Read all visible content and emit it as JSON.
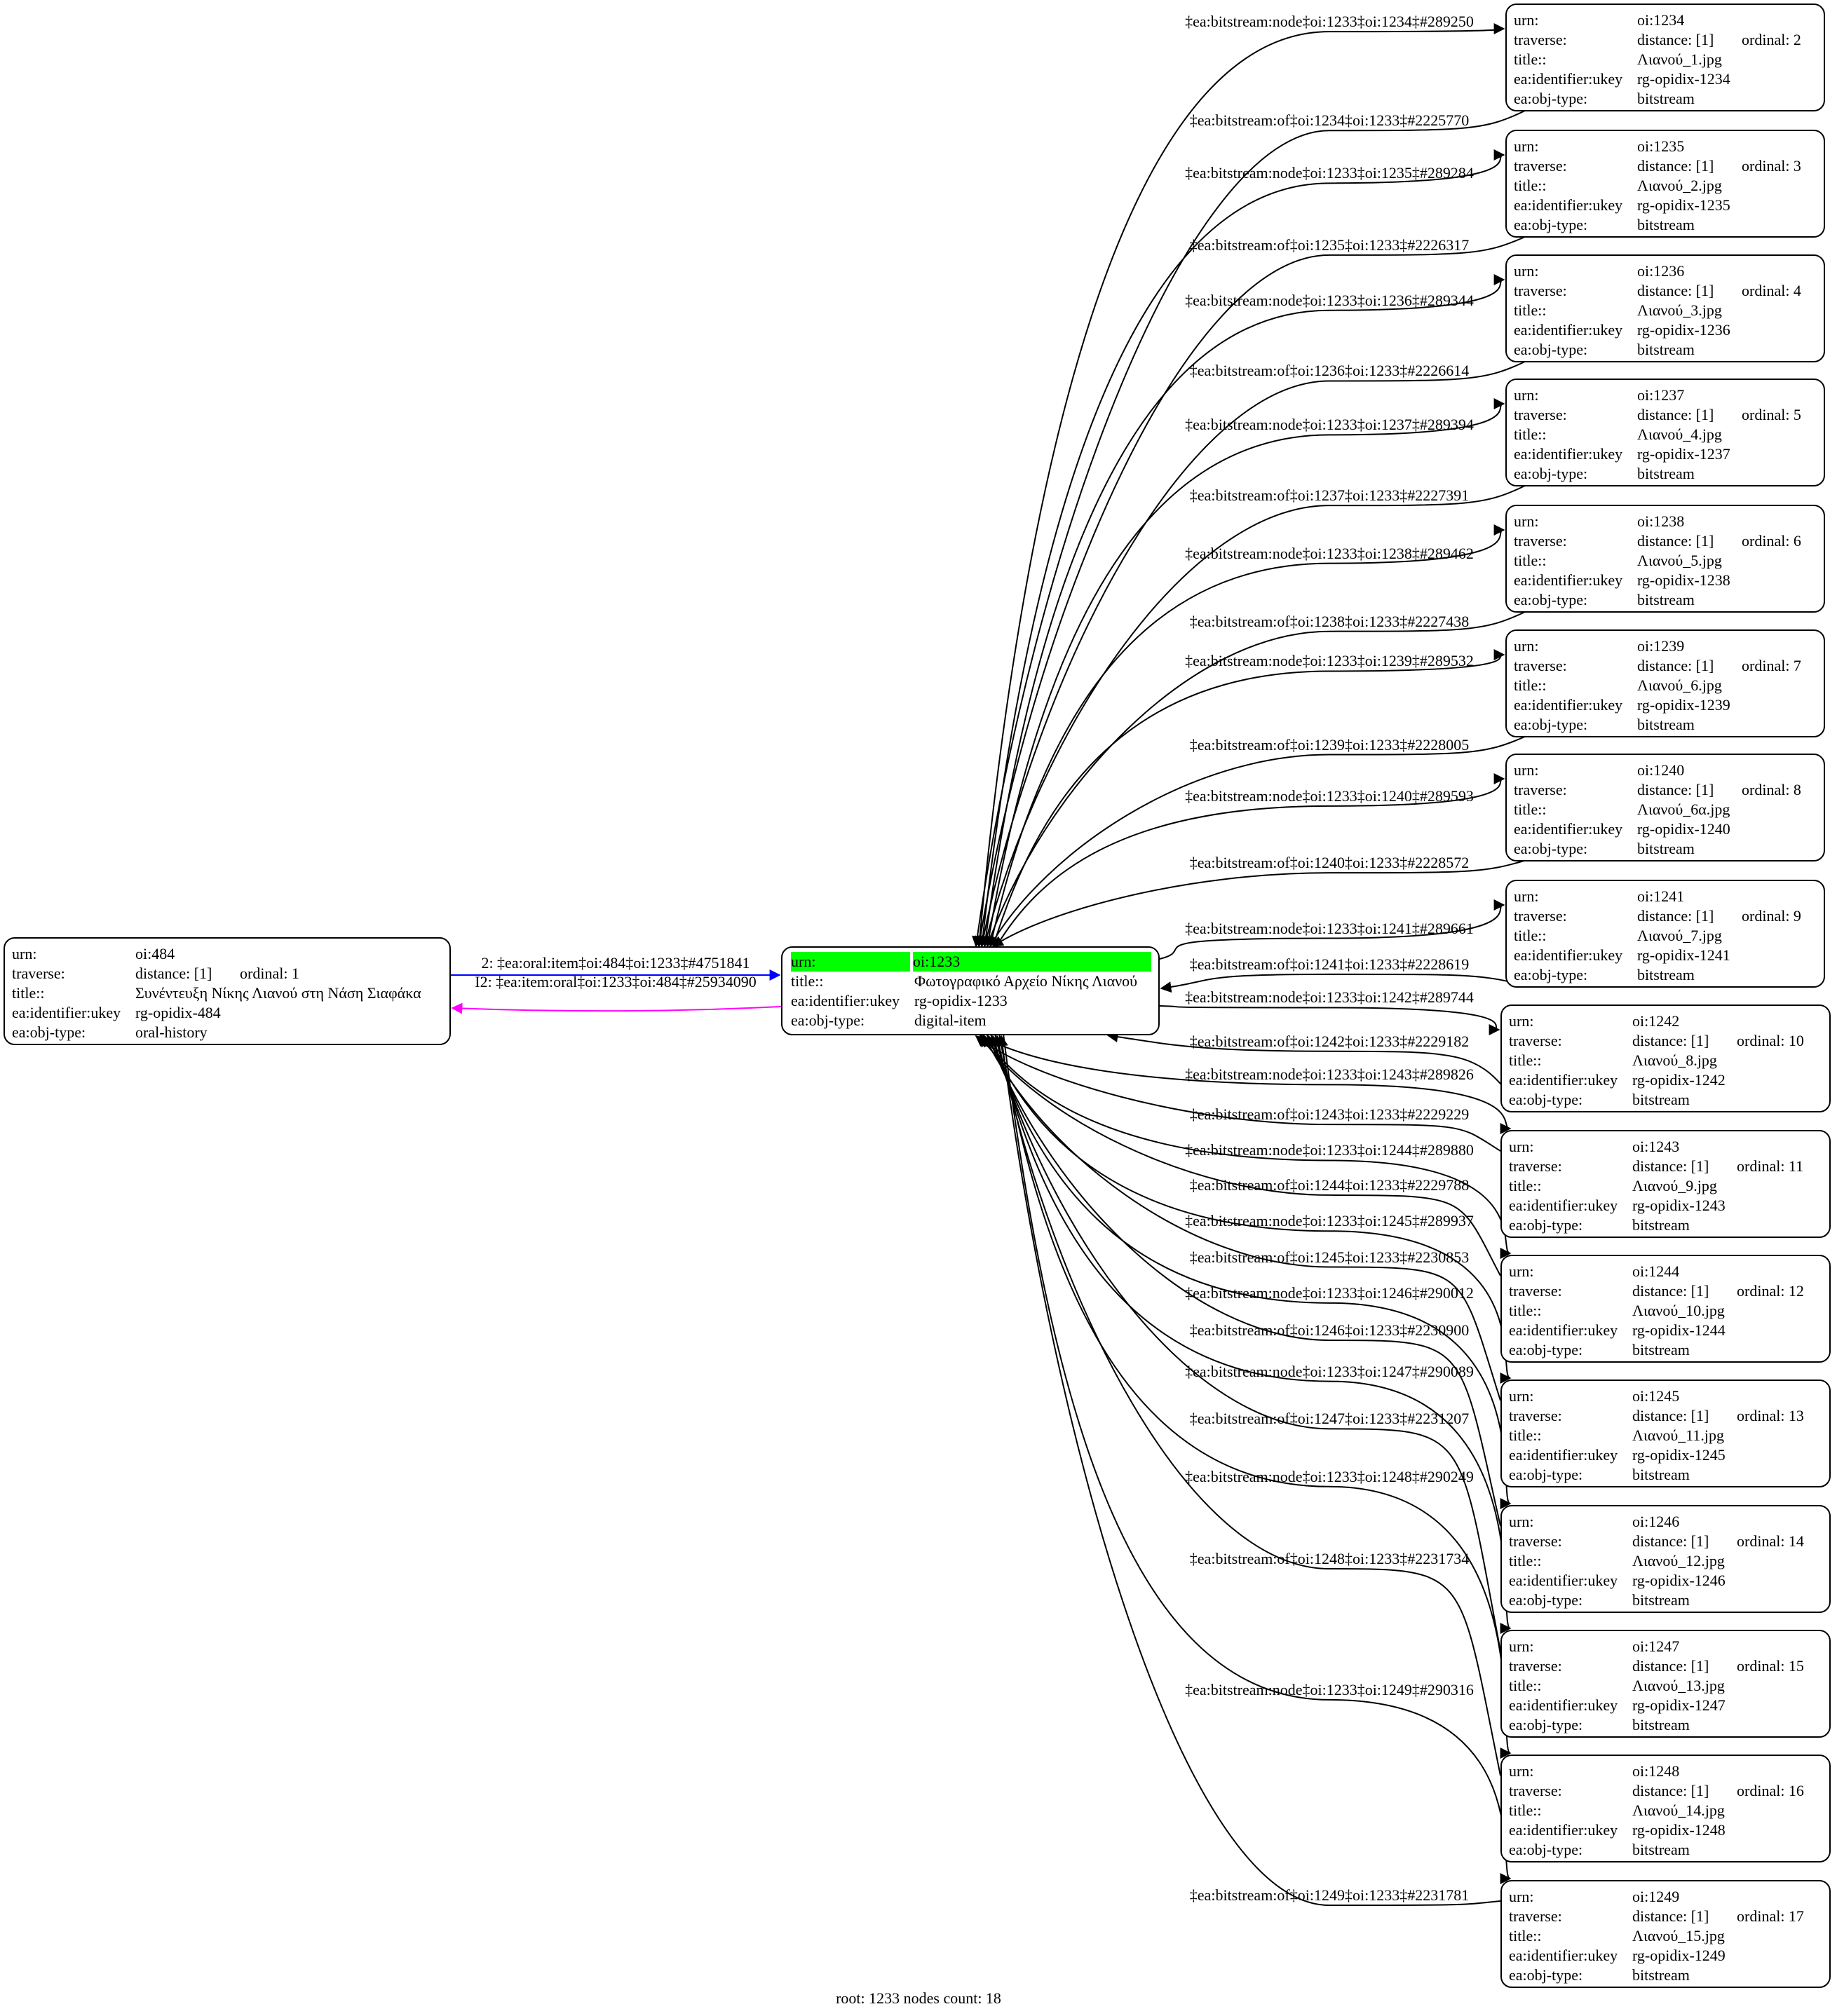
{
  "root": {
    "urn_label": "urn:",
    "urn": "oi:1233",
    "title_label": "title::",
    "title": "Φωτογραφικό Αρχείο Νίκης Λιανού",
    "ukey_label": "ea:identifier:ukey",
    "ukey": "rg-opidix-1233",
    "type_label": "ea:obj-type:",
    "type": "digital-item",
    "highlight": "#00ff00"
  },
  "oral": {
    "urn_label": "urn:",
    "urn": "oi:484",
    "traverse_label": "traverse:",
    "distance": "distance: [1]",
    "ordinal": "ordinal: 1",
    "title_label": "title::",
    "title": "Συνέντευξη Νίκης Λιανού στη Νάση Σιαφάκα",
    "ukey_label": "ea:identifier:ukey",
    "ukey": "rg-opidix-484",
    "type_label": "ea:obj-type:",
    "type": "oral-history",
    "edge_out": "2: ‡ea:oral:item‡oi:484‡oi:1233‡#4751841",
    "edge_out_color": "#0000ff",
    "edge_in": "I2: ‡ea:item:oral‡oi:1233‡oi:484‡#25934090",
    "edge_in_color": "#ff00ff"
  },
  "labels": {
    "urn": "urn:",
    "traverse": "traverse:",
    "distance": "distance: [1]",
    "title": "title::",
    "ukey": "ea:identifier:ukey",
    "type": "ea:obj-type:"
  },
  "bitstreams": [
    {
      "urn": "oi:1234",
      "ordinal": "ordinal: 2",
      "title": "Λιανού_1.jpg",
      "ukey": "rg-opidix-1234",
      "type": "bitstream",
      "edge_node": "‡ea:bitstream:node‡oi:1233‡oi:1234‡#289250",
      "edge_of": "‡ea:bitstream:of‡oi:1234‡oi:1233‡#2225770"
    },
    {
      "urn": "oi:1235",
      "ordinal": "ordinal: 3",
      "title": "Λιανού_2.jpg",
      "ukey": "rg-opidix-1235",
      "type": "bitstream",
      "edge_node": "‡ea:bitstream:node‡oi:1233‡oi:1235‡#289284",
      "edge_of": "‡ea:bitstream:of‡oi:1235‡oi:1233‡#2226317"
    },
    {
      "urn": "oi:1236",
      "ordinal": "ordinal: 4",
      "title": "Λιανού_3.jpg",
      "ukey": "rg-opidix-1236",
      "type": "bitstream",
      "edge_node": "‡ea:bitstream:node‡oi:1233‡oi:1236‡#289344",
      "edge_of": "‡ea:bitstream:of‡oi:1236‡oi:1233‡#2226614"
    },
    {
      "urn": "oi:1237",
      "ordinal": "ordinal: 5",
      "title": "Λιανού_4.jpg",
      "ukey": "rg-opidix-1237",
      "type": "bitstream",
      "edge_node": "‡ea:bitstream:node‡oi:1233‡oi:1237‡#289394",
      "edge_of": "‡ea:bitstream:of‡oi:1237‡oi:1233‡#2227391"
    },
    {
      "urn": "oi:1238",
      "ordinal": "ordinal: 6",
      "title": "Λιανού_5.jpg",
      "ukey": "rg-opidix-1238",
      "type": "bitstream",
      "edge_node": "‡ea:bitstream:node‡oi:1233‡oi:1238‡#289462",
      "edge_of": "‡ea:bitstream:of‡oi:1238‡oi:1233‡#2227438"
    },
    {
      "urn": "oi:1239",
      "ordinal": "ordinal: 7",
      "title": "Λιανού_6.jpg",
      "ukey": "rg-opidix-1239",
      "type": "bitstream",
      "edge_node": "‡ea:bitstream:node‡oi:1233‡oi:1239‡#289532",
      "edge_of": "‡ea:bitstream:of‡oi:1239‡oi:1233‡#2228005"
    },
    {
      "urn": "oi:1240",
      "ordinal": "ordinal: 8",
      "title": "Λιανού_6α.jpg",
      "ukey": "rg-opidix-1240",
      "type": "bitstream",
      "edge_node": "‡ea:bitstream:node‡oi:1233‡oi:1240‡#289593",
      "edge_of": "‡ea:bitstream:of‡oi:1240‡oi:1233‡#2228572"
    },
    {
      "urn": "oi:1241",
      "ordinal": "ordinal: 9",
      "title": "Λιανού_7.jpg",
      "ukey": "rg-opidix-1241",
      "type": "bitstream",
      "edge_node": "‡ea:bitstream:node‡oi:1233‡oi:1241‡#289661",
      "edge_of": "‡ea:bitstream:of‡oi:1241‡oi:1233‡#2228619"
    },
    {
      "urn": "oi:1242",
      "ordinal": "ordinal: 10",
      "title": "Λιανού_8.jpg",
      "ukey": "rg-opidix-1242",
      "type": "bitstream",
      "edge_node": "‡ea:bitstream:node‡oi:1233‡oi:1242‡#289744",
      "edge_of": "‡ea:bitstream:of‡oi:1242‡oi:1233‡#2229182"
    },
    {
      "urn": "oi:1243",
      "ordinal": "ordinal: 11",
      "title": "Λιανού_9.jpg",
      "ukey": "rg-opidix-1243",
      "type": "bitstream",
      "edge_node": "‡ea:bitstream:node‡oi:1233‡oi:1243‡#289826",
      "edge_of": "‡ea:bitstream:of‡oi:1243‡oi:1233‡#2229229"
    },
    {
      "urn": "oi:1244",
      "ordinal": "ordinal: 12",
      "title": "Λιανού_10.jpg",
      "ukey": "rg-opidix-1244",
      "type": "bitstream",
      "edge_node": "‡ea:bitstream:node‡oi:1233‡oi:1244‡#289880",
      "edge_of": "‡ea:bitstream:of‡oi:1244‡oi:1233‡#2229788"
    },
    {
      "urn": "oi:1245",
      "ordinal": "ordinal: 13",
      "title": "Λιανού_11.jpg",
      "ukey": "rg-opidix-1245",
      "type": "bitstream",
      "edge_node": "‡ea:bitstream:node‡oi:1233‡oi:1245‡#289937",
      "edge_of": "‡ea:bitstream:of‡oi:1245‡oi:1233‡#2230853"
    },
    {
      "urn": "oi:1246",
      "ordinal": "ordinal: 14",
      "title": "Λιανού_12.jpg",
      "ukey": "rg-opidix-1246",
      "type": "bitstream",
      "edge_node": "‡ea:bitstream:node‡oi:1233‡oi:1246‡#290012",
      "edge_of": "‡ea:bitstream:of‡oi:1246‡oi:1233‡#2230900"
    },
    {
      "urn": "oi:1247",
      "ordinal": "ordinal: 15",
      "title": "Λιανού_13.jpg",
      "ukey": "rg-opidix-1247",
      "type": "bitstream",
      "edge_node": "‡ea:bitstream:node‡oi:1233‡oi:1247‡#290089",
      "edge_of": "‡ea:bitstream:of‡oi:1247‡oi:1233‡#2231207"
    },
    {
      "urn": "oi:1248",
      "ordinal": "ordinal: 16",
      "title": "Λιανού_14.jpg",
      "ukey": "rg-opidix-1248",
      "type": "bitstream",
      "edge_node": "‡ea:bitstream:node‡oi:1233‡oi:1248‡#290249",
      "edge_of": "‡ea:bitstream:of‡oi:1248‡oi:1233‡#2231734"
    },
    {
      "urn": "oi:1249",
      "ordinal": "ordinal: 17",
      "title": "Λιανού_15.jpg",
      "ukey": "rg-opidix-1249",
      "type": "bitstream",
      "edge_node": "‡ea:bitstream:node‡oi:1233‡oi:1249‡#290316",
      "edge_of": "‡ea:bitstream:of‡oi:1249‡oi:1233‡#2231781"
    }
  ],
  "caption": "root: 1233 nodes count: 18"
}
